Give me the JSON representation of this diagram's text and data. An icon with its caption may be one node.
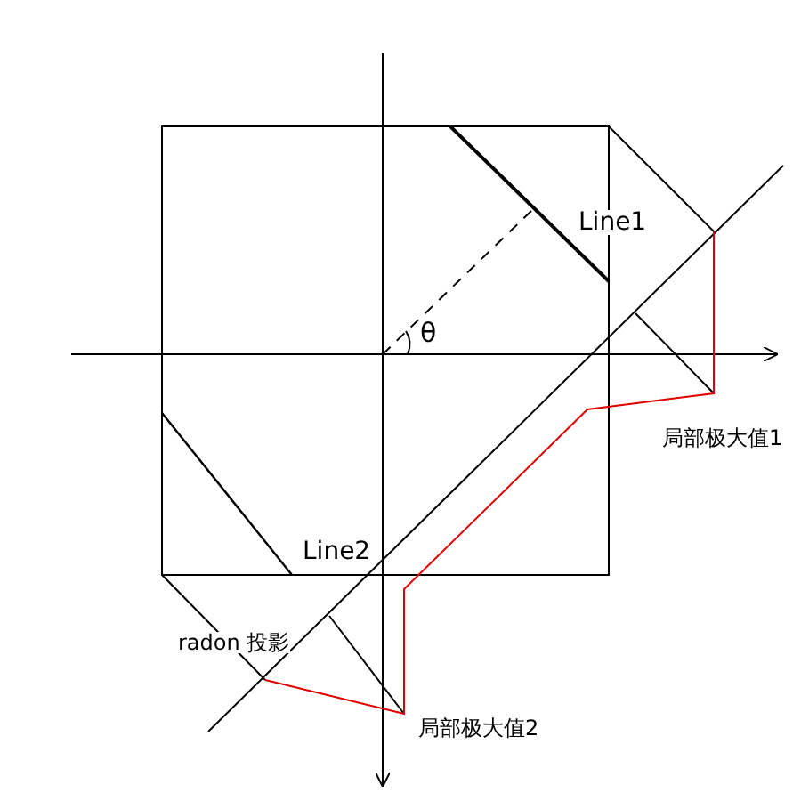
{
  "diagram": {
    "labels": [
      "Line1",
      "θ",
      "局部极大值1",
      "Line2",
      "radon 投影",
      "局部极大值2"
    ]
  }
}
